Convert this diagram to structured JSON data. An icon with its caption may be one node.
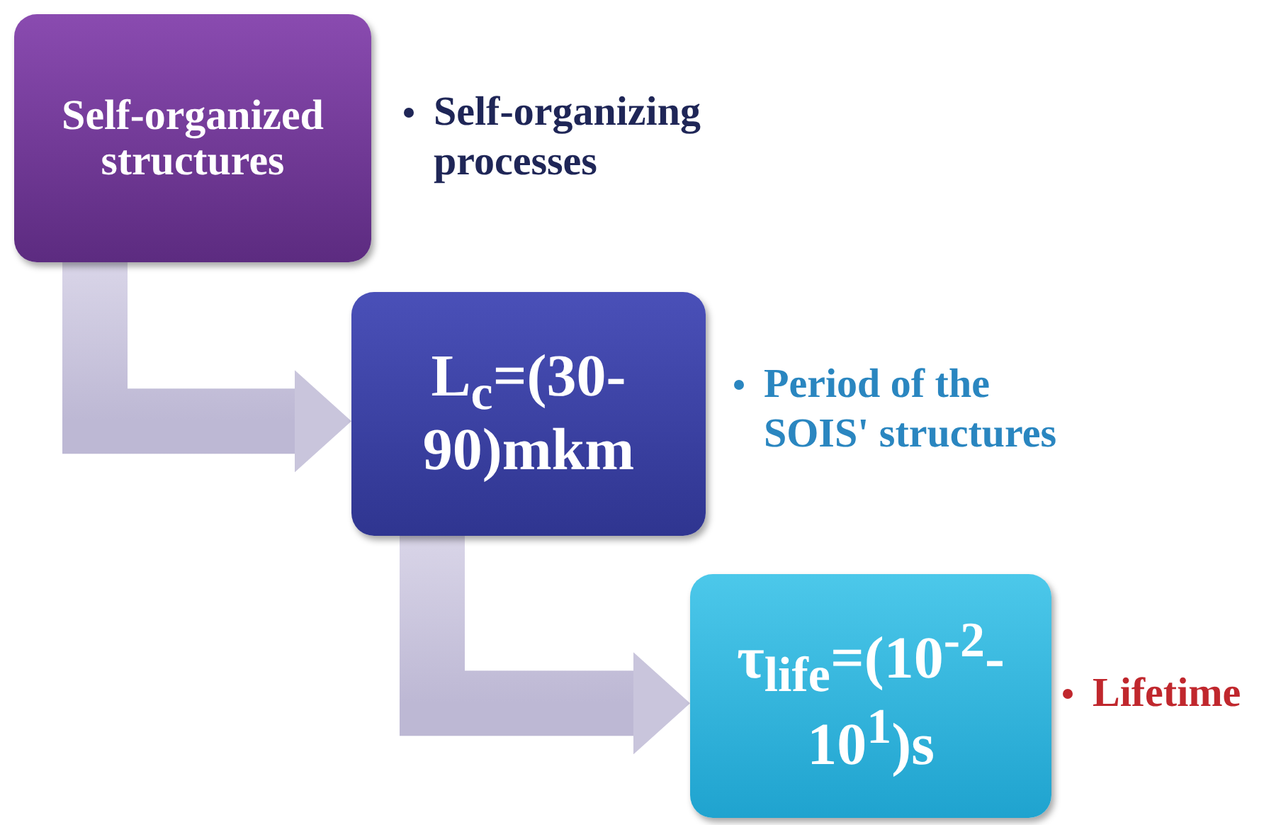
{
  "diagram": {
    "nodes": [
      {
        "text": [
          "Self-organized structures"
        ],
        "beside": [
          "Self-organizing processes"
        ]
      },
      {
        "text": [
          "L$_{c}$=(30- 90)mkm"
        ],
        "beside": [
          "Period of the SOIS' structures"
        ]
      },
      {
        "text": [
          "τ$_{life}$=(10$^{-2}$- 10$^{1}$)s"
        ],
        "beside": [
          "Lifetime"
        ]
      }
    ],
    "edges": [
      {
        "from": 0,
        "to": 1,
        "arrow": "to"
      },
      {
        "from": 1,
        "to": 2,
        "arrow": "to"
      }
    ]
  }
}
